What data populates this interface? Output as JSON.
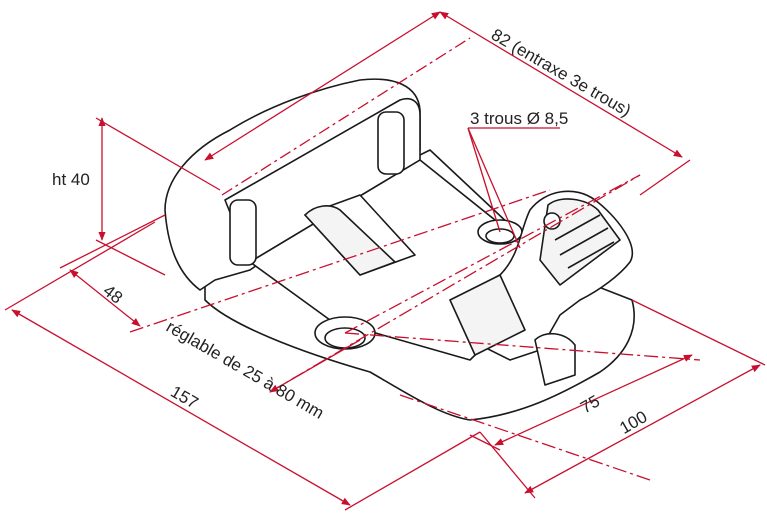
{
  "dimensions": {
    "ht": "ht 40",
    "d48": "48",
    "d157": "157",
    "reglable": "réglable  de 25 à 80 mm",
    "entraxe": "82 (entraxe 3e trous)",
    "trous": "3 trous Ø 8,5",
    "d75": "75",
    "d100": "100"
  },
  "colors": {
    "dimension_line": "#c8102e",
    "outline": "#1a1a1a",
    "text": "#222222"
  }
}
